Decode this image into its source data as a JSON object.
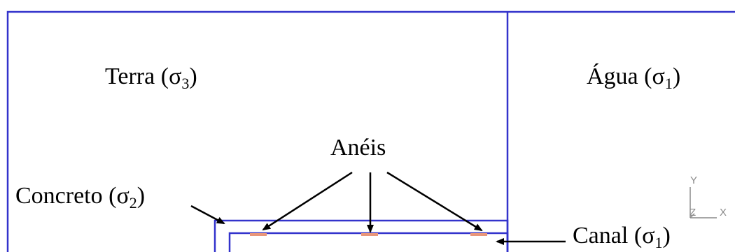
{
  "colors": {
    "boundary": "#3333cc",
    "ring": "#e8967a",
    "arrow": "#000000",
    "axis": "#8a8a8a",
    "background": "#ffffff"
  },
  "regions": {
    "terra": {
      "name": "Terra",
      "sigma": "σ",
      "sub": "3"
    },
    "agua": {
      "name": "Água",
      "sigma": "σ",
      "sub": "1"
    },
    "concreto": {
      "name": "Concreto",
      "sigma": "σ",
      "sub": "2"
    },
    "canal": {
      "name": "Canal",
      "sigma": "σ",
      "sub": "1"
    }
  },
  "annotations": {
    "aneis": "Anéis"
  },
  "axes": {
    "y": "Y",
    "z": "Z",
    "x": "X"
  }
}
